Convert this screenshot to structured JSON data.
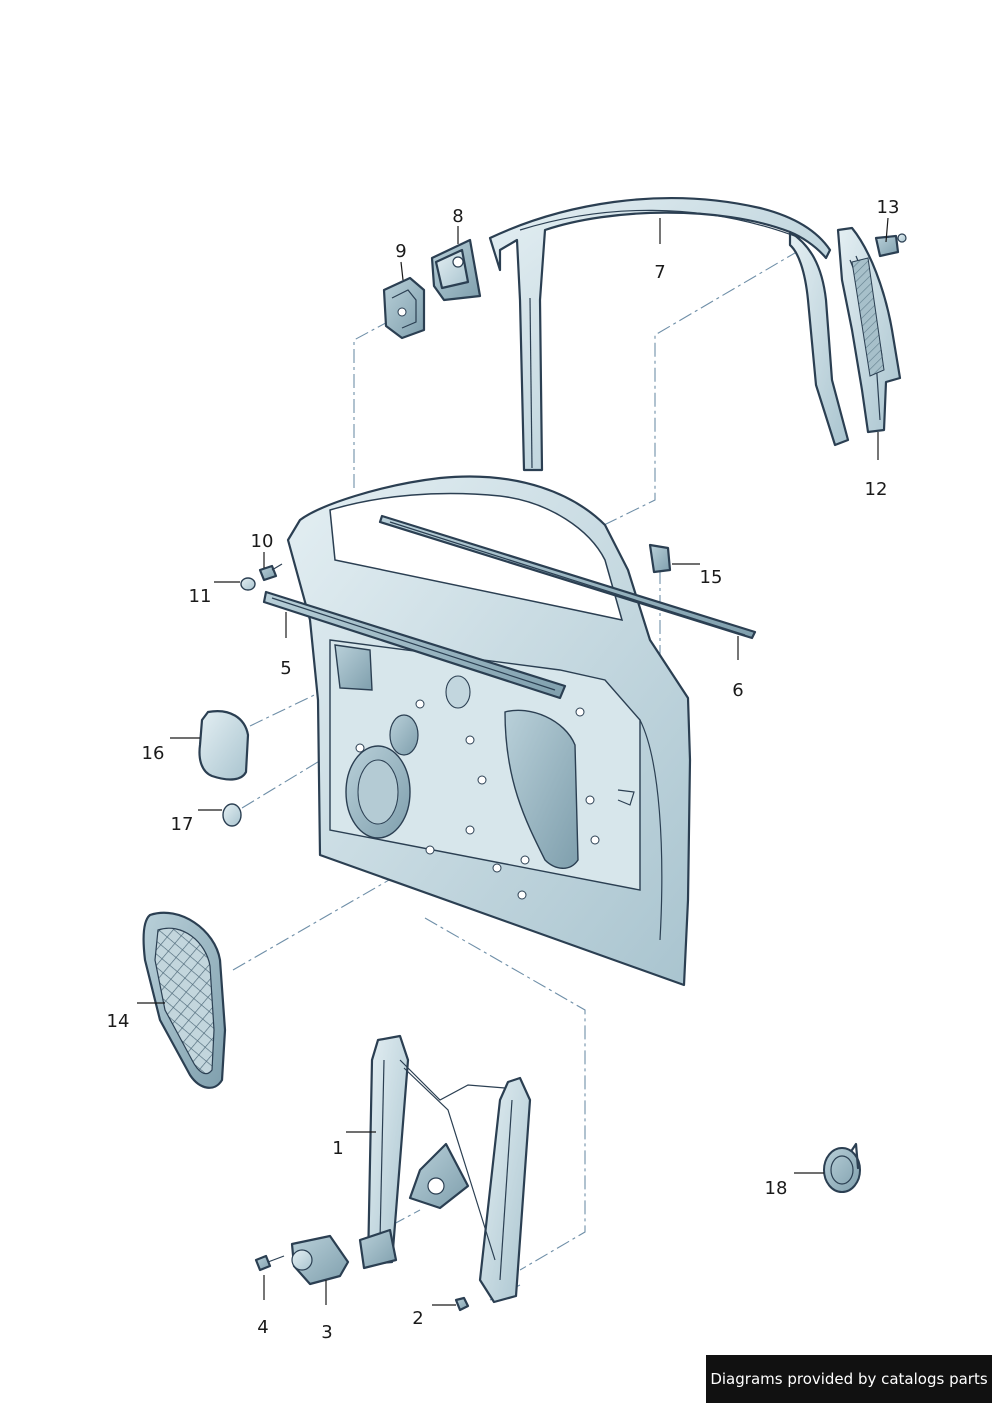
{
  "parts": [
    {
      "number": "1"
    },
    {
      "number": "2"
    },
    {
      "number": "3"
    },
    {
      "number": "4"
    },
    {
      "number": "5"
    },
    {
      "number": "6"
    },
    {
      "number": "7"
    },
    {
      "number": "8"
    },
    {
      "number": "9"
    },
    {
      "number": "10"
    },
    {
      "number": "11"
    },
    {
      "number": "12"
    },
    {
      "number": "13"
    },
    {
      "number": "14"
    },
    {
      "number": "15"
    },
    {
      "number": "16"
    },
    {
      "number": "17"
    },
    {
      "number": "18"
    }
  ],
  "footer": {
    "text": "Diagrams provided by catalogs parts"
  },
  "colors": {
    "part_fill": "#c9dde4",
    "part_fill_dark": "#9fbcc8",
    "outline": "#2b3f52",
    "dash": "#6f8fa8",
    "footer_bg": "#111111",
    "footer_text": "#ffffff"
  }
}
